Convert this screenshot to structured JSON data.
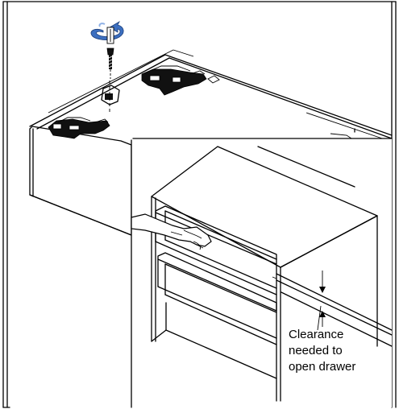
{
  "callout": {
    "line1": "Clearance",
    "line2": "needed to",
    "line3": "open drawer"
  },
  "colors": {
    "arrow": "#3c6fc0",
    "arrow_light": "#8fb1e6",
    "frame": "#000000"
  },
  "icons": [
    "rotate-arrow-icon",
    "screw-icon"
  ]
}
